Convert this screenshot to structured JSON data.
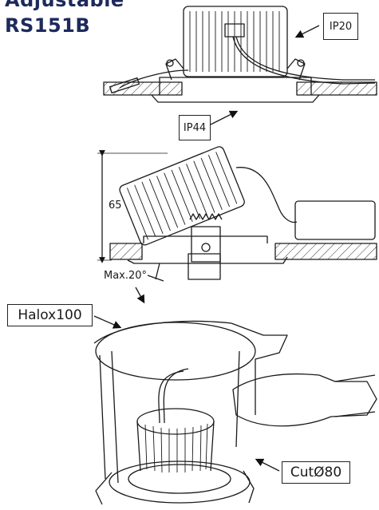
{
  "title": {
    "line1": "Adjustable",
    "line2": "RS151B"
  },
  "labels": {
    "ip20": "IP20",
    "ip44": "IP44",
    "dimension_height": "65",
    "tilt_angle": "Max.20°",
    "driver": "Halox100",
    "cutout": "CutØ80"
  },
  "colors": {
    "title": "#1d2a5c",
    "line": "#1a1a1a"
  }
}
